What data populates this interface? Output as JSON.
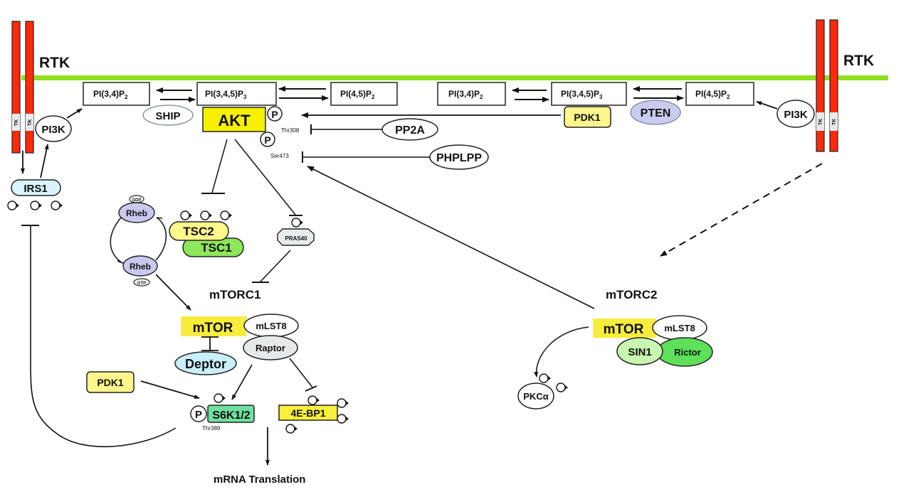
{
  "colors": {
    "membrane": "#8fe01e",
    "rtk_bar": "#ff2a0a",
    "tk_label_bg": "#e8eaec",
    "akt": "#f5f000",
    "mtor": "#f8ec3c",
    "pdk1": "#fff58c",
    "tsc2": "#fff88a",
    "tsc1": "#8ee65a",
    "irs1": "#d9f5fb",
    "rheb": "#c9c9ef",
    "pten": "#c9cbef",
    "deptor": "#c9effa",
    "raptor": "#e6e9ea",
    "s6k": "#6fe0a0",
    "fourebp1": "#f8ef3e",
    "sin1": "#c8f5b0",
    "rictor": "#5ee05a",
    "pras40": "#e8ecec"
  },
  "rtk_left": {
    "label": "RTK",
    "tk_labels": [
      "TK",
      "TK"
    ]
  },
  "rtk_right": {
    "label": "RTK",
    "tk_labels": [
      "TK",
      "TK"
    ]
  },
  "left_lipids": [
    {
      "name": "PI(3,4)P",
      "sub": "2"
    },
    {
      "name": "PI(3,4,5)P",
      "sub": "3"
    },
    {
      "name": "PI(4,5)P",
      "sub": "2"
    }
  ],
  "right_lipids": [
    {
      "name": "PI(3,4)P",
      "sub": "2"
    },
    {
      "name": "PI(3,4,5)P",
      "sub": "3"
    },
    {
      "name": "PI(4,5)P",
      "sub": "2"
    }
  ],
  "nodes": {
    "pi3k_left": "PI3K",
    "pi3k_right": "PI3K",
    "ship": "SHIP",
    "akt": "AKT",
    "pdk1_top": "PDK1",
    "pten": "PTEN",
    "pp2a": "PP2A",
    "phlpp": "PHPLPP",
    "p": "P",
    "thr308": "Thr308",
    "ser473": "Ser473",
    "irs1": "IRS1",
    "rheb_gdp": "Rheb",
    "rheb_gtp": "Rheb",
    "gdp": "GDP",
    "gtp": "GTP",
    "tsc2": "TSC2",
    "tsc1": "TSC1",
    "pras40": "PRAS40",
    "mtorc1": "mTORC1",
    "mtorc2": "mTORC2",
    "mtor1": "mTOR",
    "mtor2": "mTOR",
    "mlst8_1": "mLST8",
    "mlst8_2": "mLST8",
    "raptor": "Raptor",
    "deptor": "Deptor",
    "pdk1_bottom": "PDK1",
    "s6k": "S6K1/2",
    "thr389": "Thr389",
    "fourebp1": "4E-BP1",
    "sin1": "SIN1",
    "rictor": "Rictor",
    "pkca": "PKCα",
    "mrna": "mRNA Translation"
  }
}
